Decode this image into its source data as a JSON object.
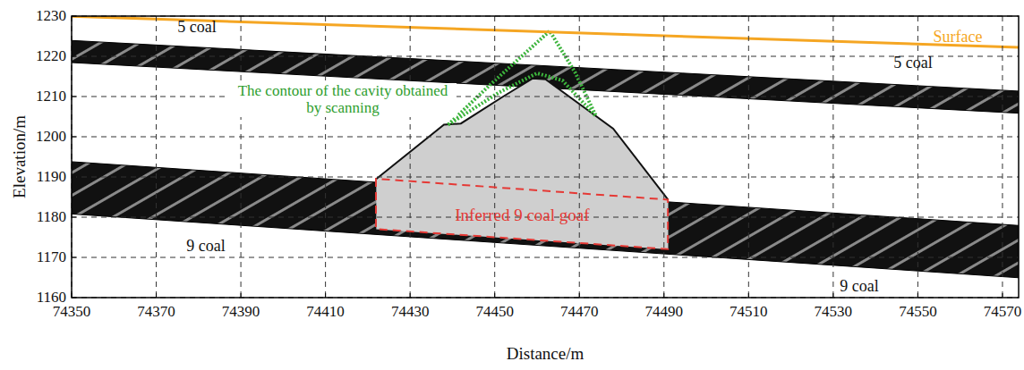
{
  "diagram": {
    "nodes": [
      {
        "text": [
          "Inferred 9 coal goaf"
        ]
      }
    ],
    "labels": [
      "Elevation/m",
      "Distance/m",
      "1230",
      "1220",
      "1210",
      "1200",
      "1190",
      "1180",
      "1170",
      "1160",
      "74350",
      "74370",
      "74390",
      "74410",
      "74430",
      "74450",
      "74470",
      "74490",
      "74510",
      "74530",
      "74550",
      "74570",
      "5 coal",
      "5 coal",
      "9 coal",
      "9 coal",
      "Surface",
      "The contour of the cavity obtained by scanning"
    ]
  }
}
